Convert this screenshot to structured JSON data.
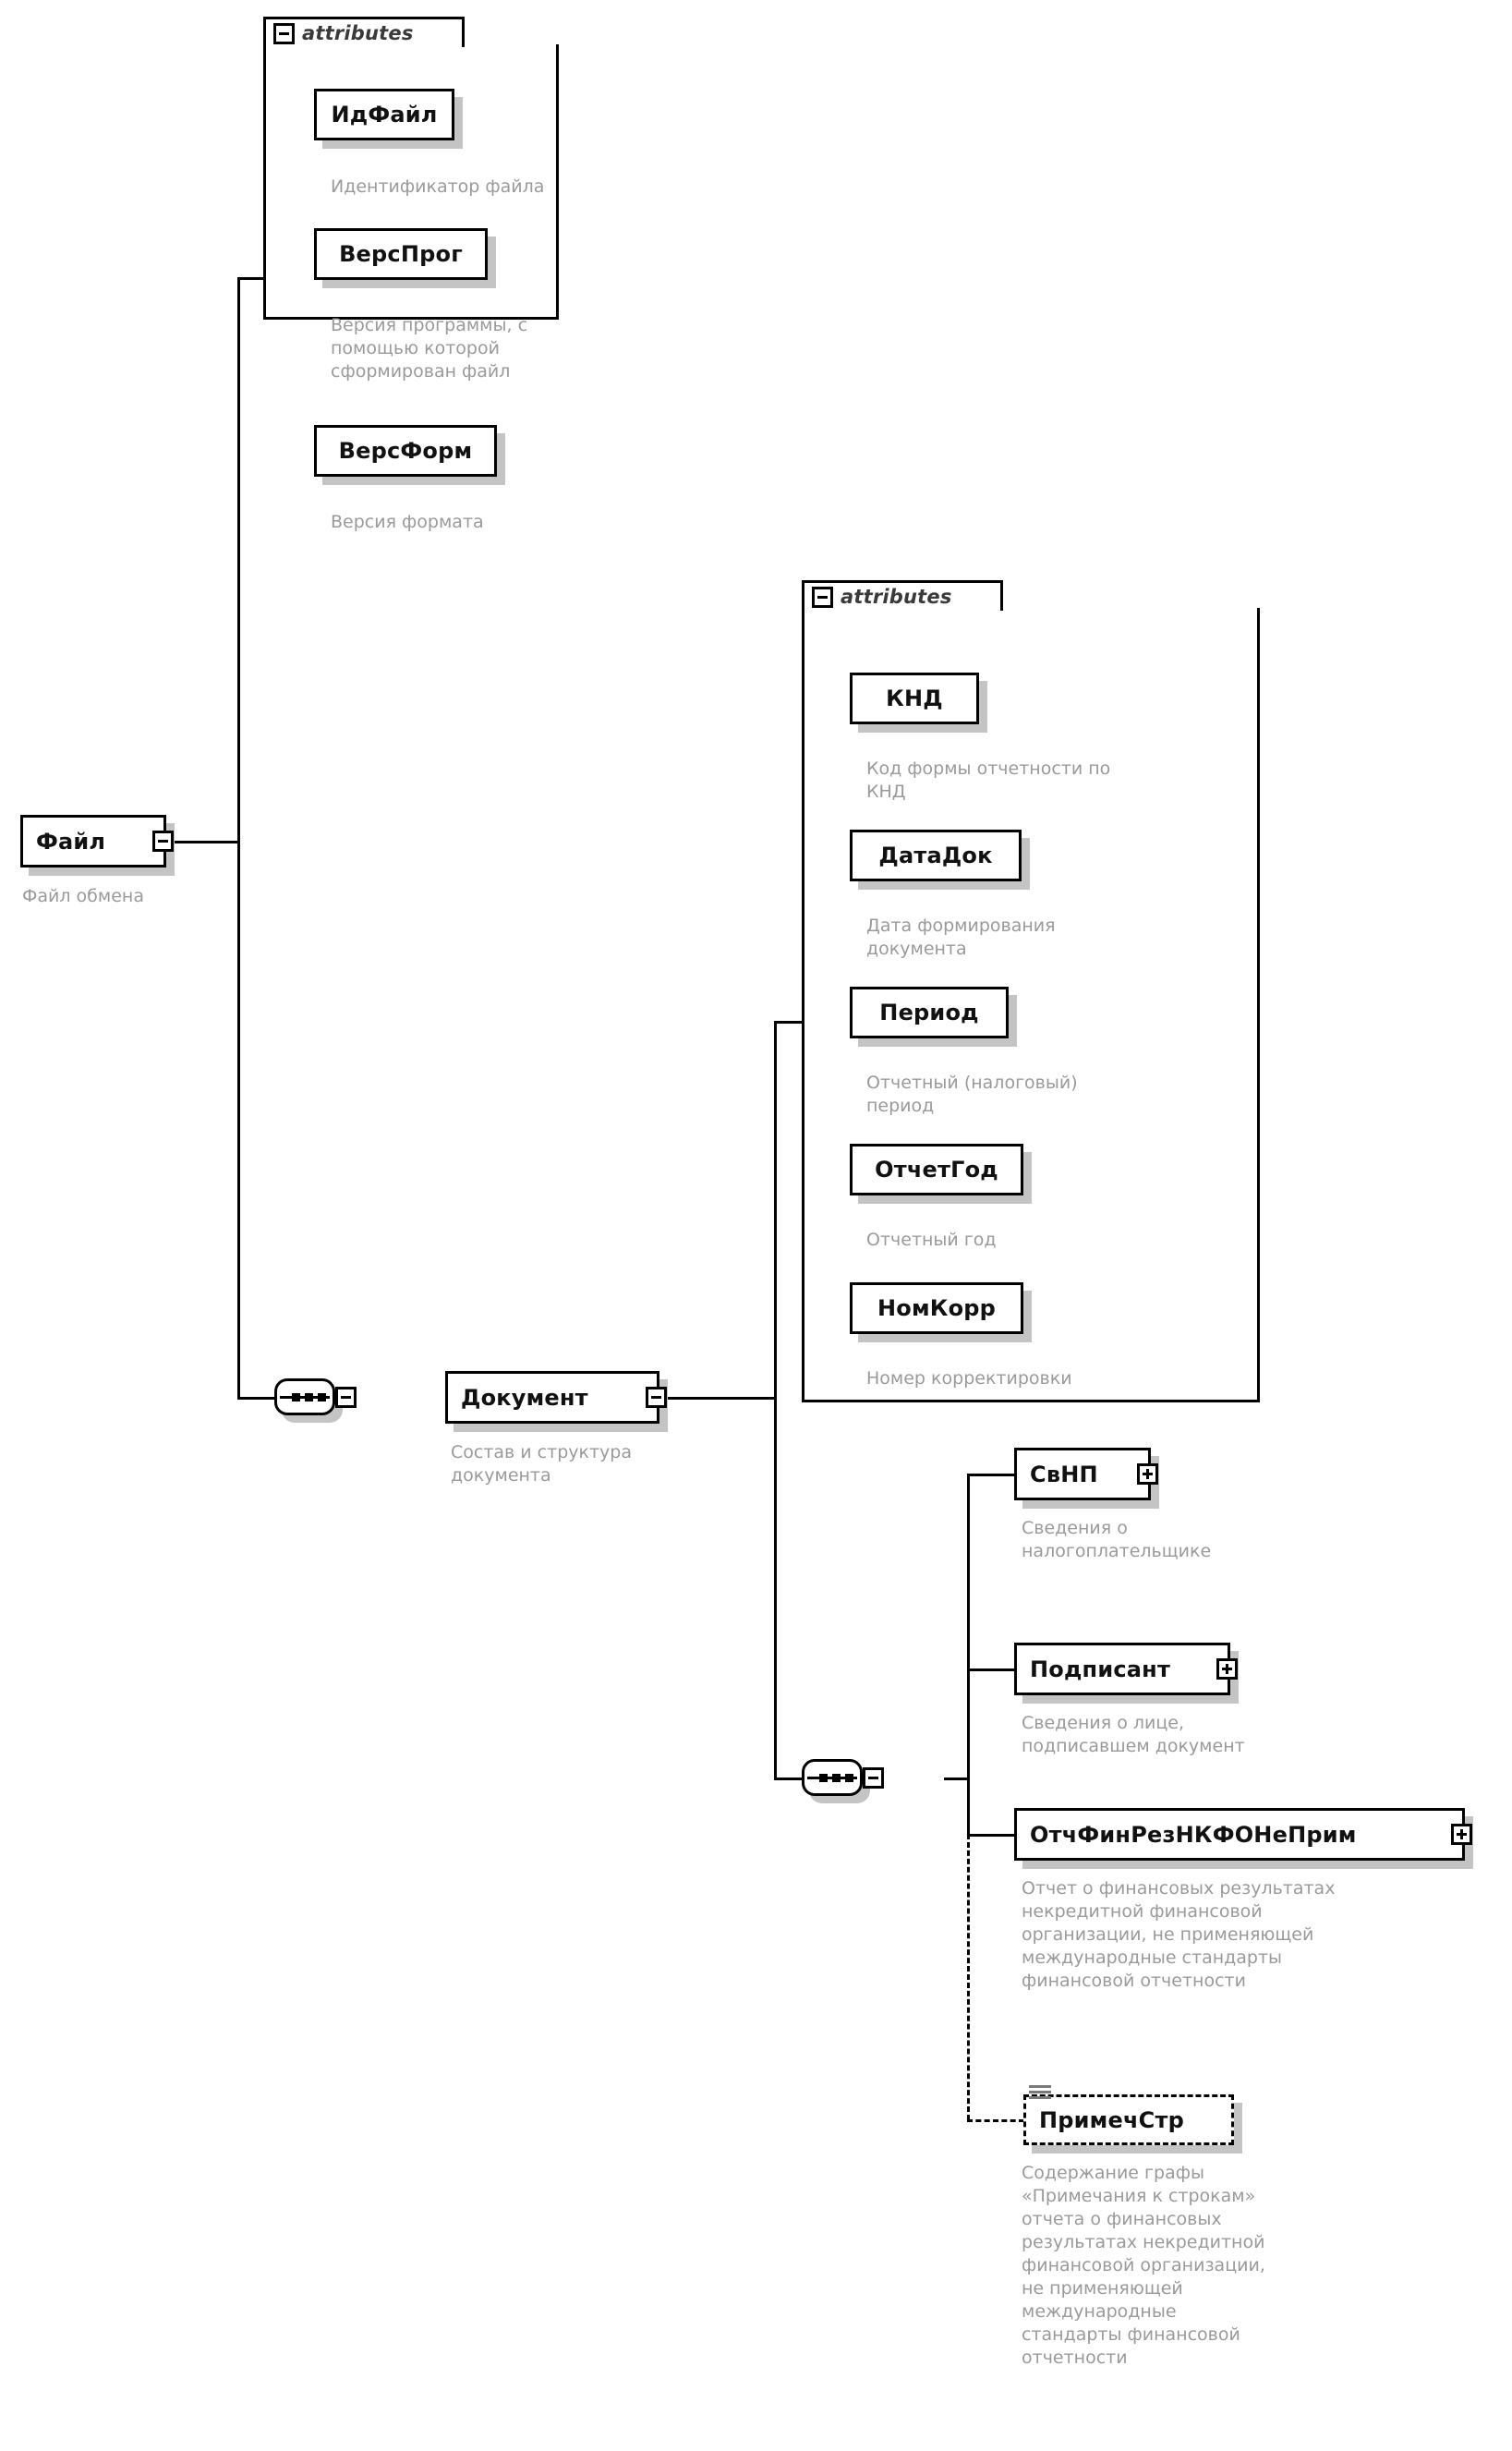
{
  "diagram": {
    "type": "xml-schema-tree",
    "root": {
      "name": "Файл",
      "description": "Файл обмена",
      "expander": "minus"
    },
    "file_attributes": {
      "label": "attributes",
      "expander": "minus",
      "items": [
        {
          "name": "ИдФайл",
          "description": "Идентификатор файла"
        },
        {
          "name": "ВерсПрог",
          "description": "Версия программы, с\nпомощью которой\nсформирован файл"
        },
        {
          "name": "ВерсФорм",
          "description": "Версия формата"
        }
      ]
    },
    "document": {
      "name": "Документ",
      "description": "Состав и структура\nдокумента",
      "expander": "minus",
      "compositor": "sequence"
    },
    "document_attributes": {
      "label": "attributes",
      "expander": "minus",
      "items": [
        {
          "name": "КНД",
          "description": "Код формы отчетности по\nКНД"
        },
        {
          "name": "ДатаДок",
          "description": "Дата формирования\nдокумента"
        },
        {
          "name": "Период",
          "description": "Отчетный (налоговый)\nпериод"
        },
        {
          "name": "ОтчетГод",
          "description": "Отчетный год"
        },
        {
          "name": "НомКорр",
          "description": "Номер корректировки"
        }
      ]
    },
    "document_children": {
      "compositor": "sequence",
      "items": [
        {
          "name": "СвНП",
          "description": "Сведения о\nналогоплательщике",
          "expander": "plus",
          "optional": false
        },
        {
          "name": "Подписант",
          "description": "Сведения о лице,\nподписавшем документ",
          "expander": "plus",
          "optional": false
        },
        {
          "name": "ОтчФинРезНКФОНеПрим",
          "description": "Отчет о финансовых результатах\nнекредитной финансовой\nорганизации, не  применяющей\nмеждународные стандарты\nфинансовой отчетности",
          "expander": "plus",
          "optional": false
        },
        {
          "name": "ПримечСтр",
          "description": "Содержание графы\n«Примечания к строкам»\nотчета о финансовых\nрезультатах некредитной\nфинансовой организации,\nне применяющей\nмеждународные\nстандарты финансовой\nотчетности",
          "expander": "none",
          "optional": true
        }
      ]
    },
    "colors": {
      "line": "#000000",
      "shadow": "#c4c4c4",
      "description_text": "#9a9a9a",
      "node_text": "#111111",
      "attributes_text": "#3a3a3a",
      "background": "#ffffff"
    }
  }
}
